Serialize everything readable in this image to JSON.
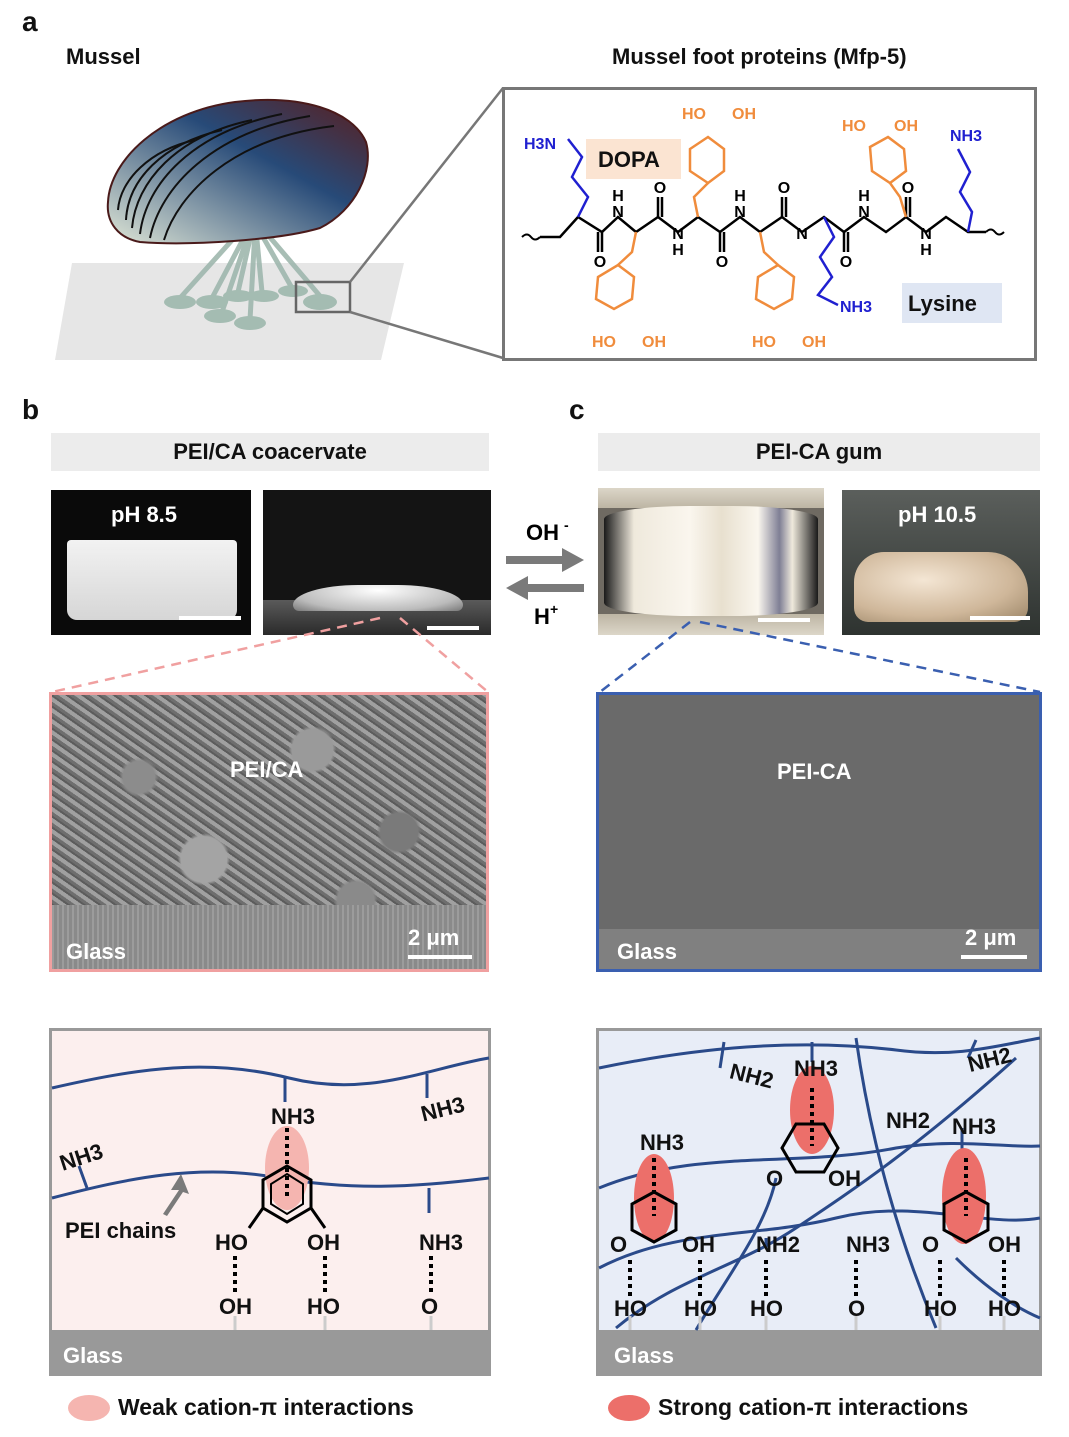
{
  "panel_a": {
    "label": "a",
    "mussel_title": "Mussel",
    "protein_title": "Mussel foot proteins (Mfp-5)",
    "dopa_label": "DOPA",
    "lysine_label": "Lysine",
    "h3n": "H3N",
    "nh3_top": "NH3",
    "nh3_mid": "NH3",
    "ho": "HO",
    "oh": "OH",
    "n": "N",
    "h": "H",
    "o": "O"
  },
  "panel_b": {
    "label": "b",
    "title": "PEI/CA coacervate",
    "ph": "pH 8.5",
    "sem_label": "PEI/CA",
    "glass": "Glass",
    "scale": "2 μm"
  },
  "panel_c": {
    "label": "c",
    "title": "PEI-CA gum",
    "ph": "pH 10.5",
    "sem_label": "PEI-CA",
    "glass": "Glass",
    "scale": "2 μm"
  },
  "arrows": {
    "forward": "OH",
    "forward_sup": "-",
    "back": "H",
    "back_sup": "+"
  },
  "schematic_b": {
    "nh3": "NH3",
    "ho": "HO",
    "oh": "OH",
    "o_minus": "O",
    "pei_chains": "PEI chains",
    "glass": "Glass"
  },
  "schematic_c": {
    "nh2": "NH2",
    "nh3": "NH3",
    "ho": "HO",
    "oh": "OH",
    "o_minus": "O",
    "glass": "Glass"
  },
  "legend": {
    "weak": "Weak cation-π interactions",
    "strong": "Strong cation-π interactions"
  },
  "colors": {
    "dopa": "#f08c3c",
    "lysine": "#2020d0",
    "pei_chain": "#2a4a8a",
    "weak_box_bg": "#fcefee",
    "strong_box_bg": "#e8edf7",
    "weak_frame": "#f0a0a0",
    "strong_frame": "#3a5fb0",
    "weak_ellipse": "#f5b5b0",
    "strong_ellipse": "#ec6f6a"
  }
}
